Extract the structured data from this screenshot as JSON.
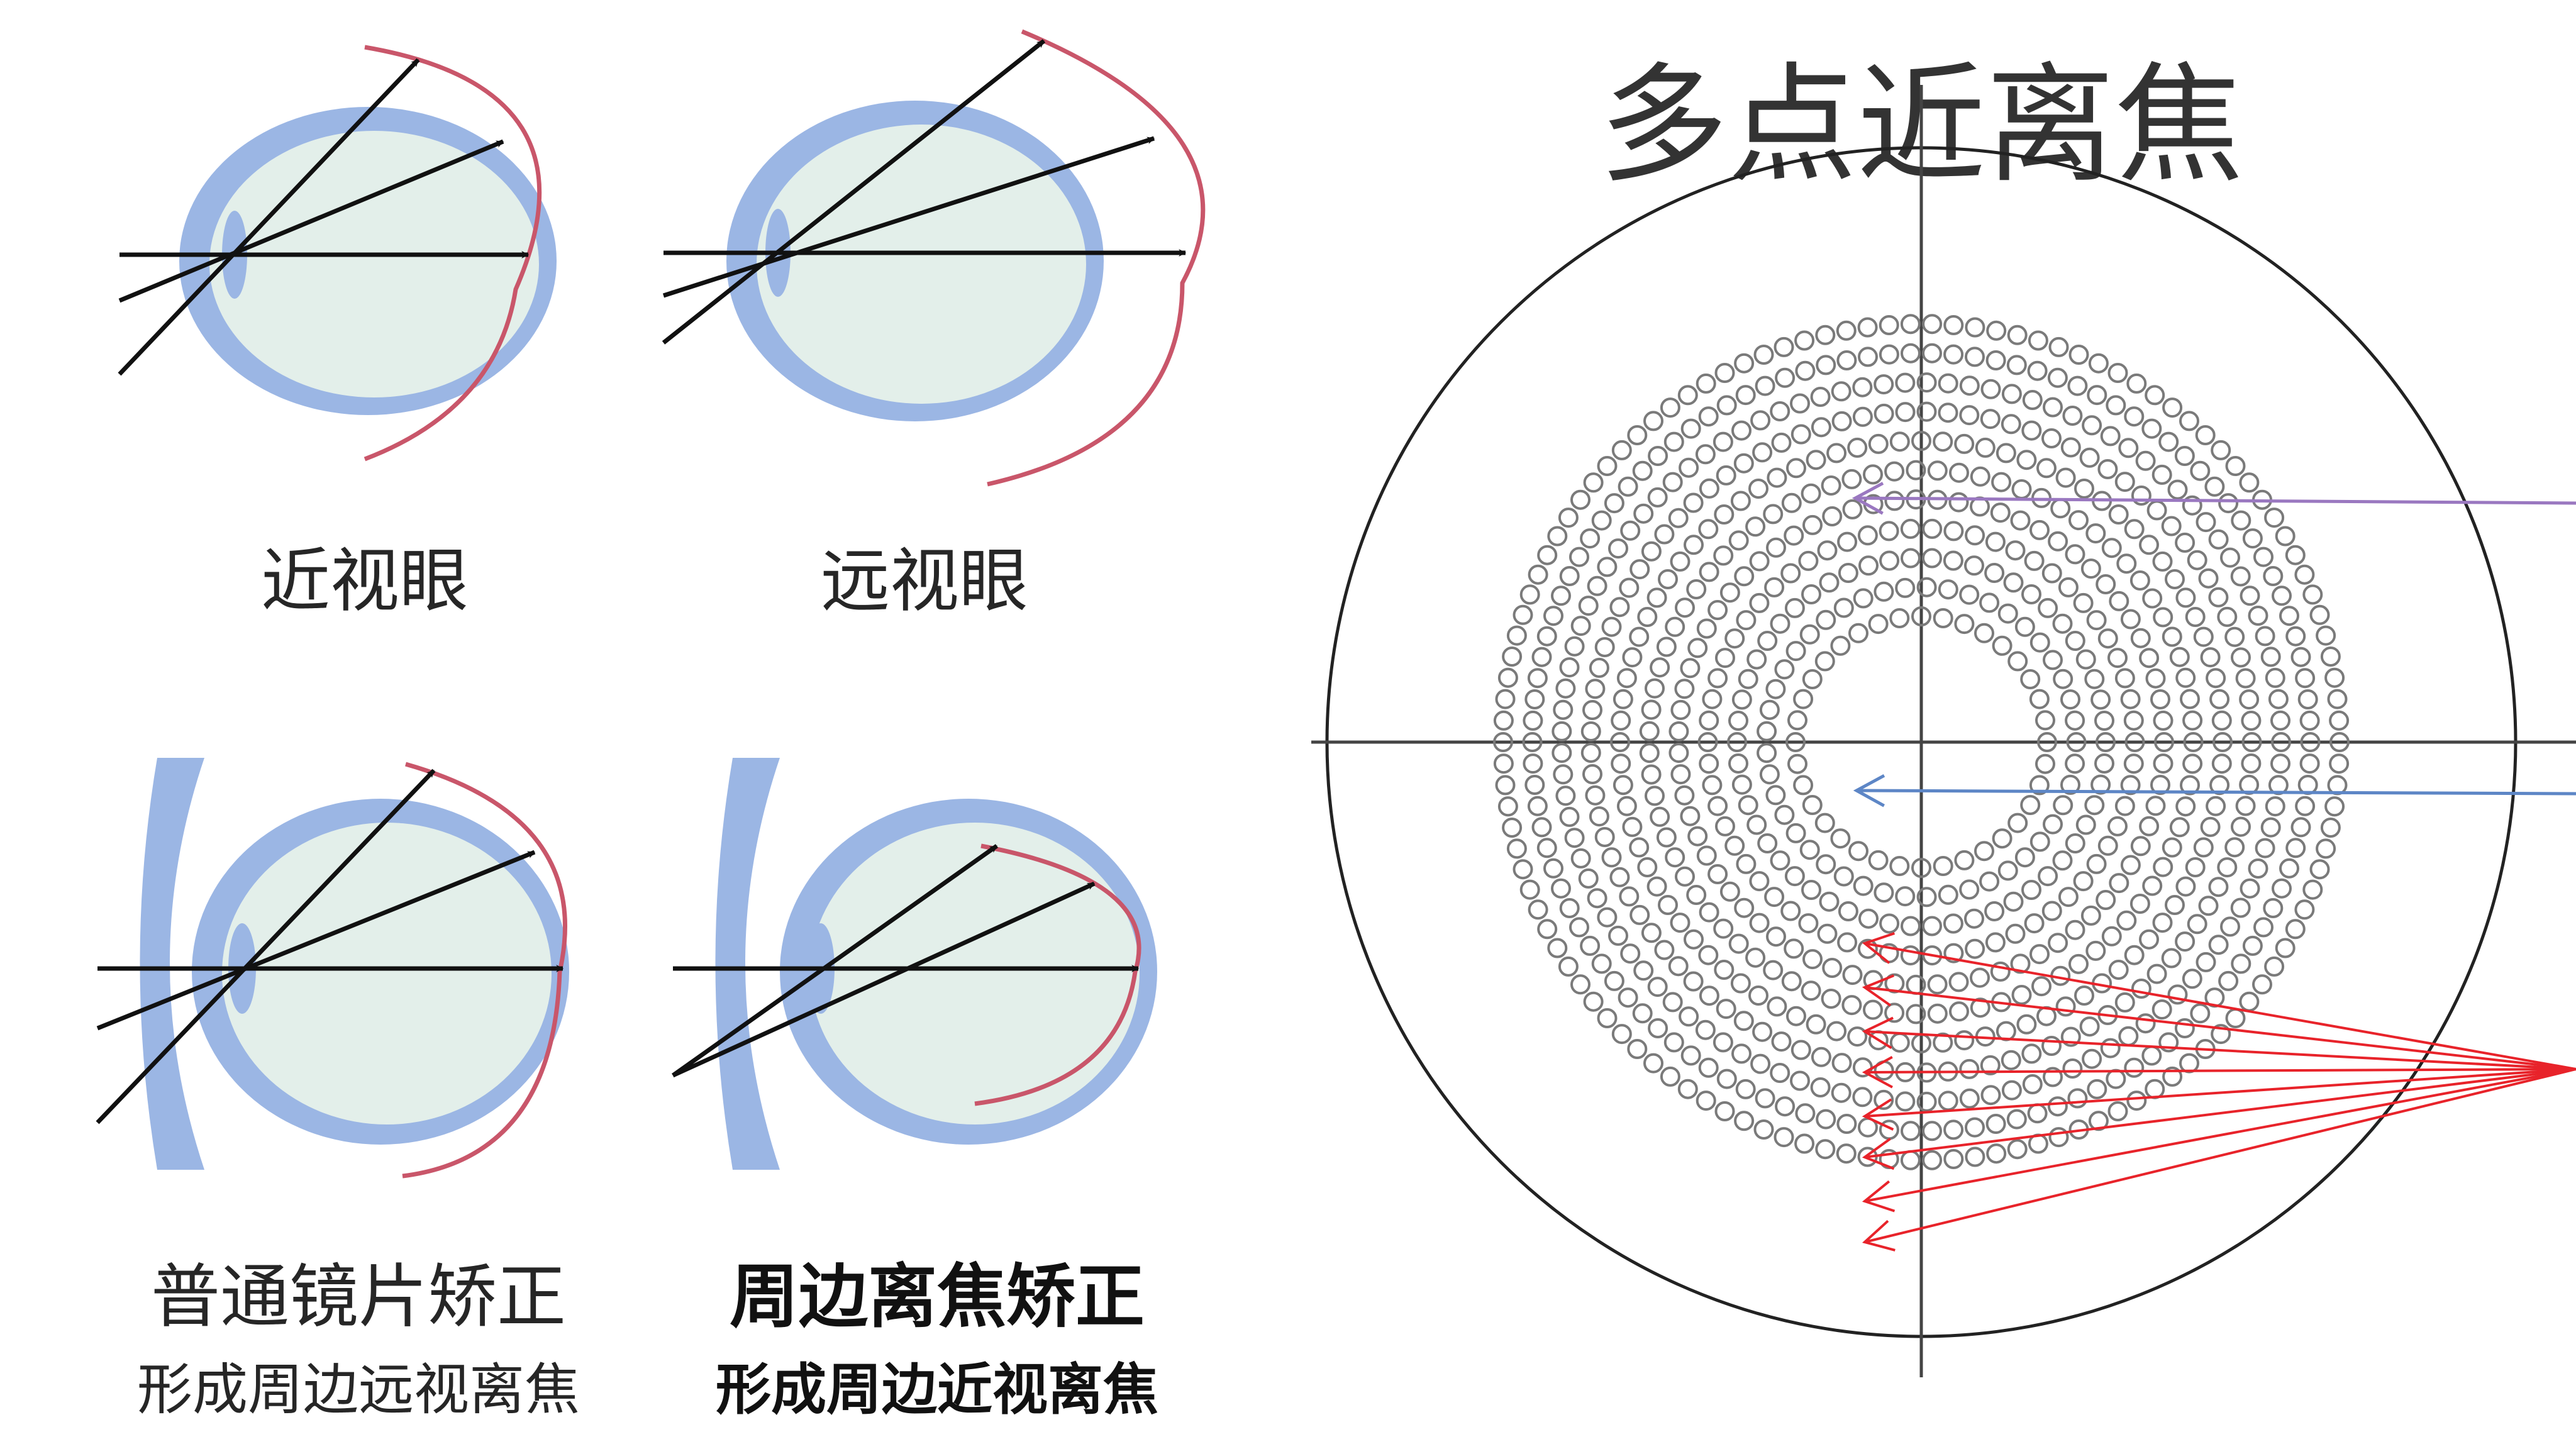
{
  "labels": {
    "myopia": "近视眼",
    "hyperopia": "远视眼",
    "regular_lens_title": "普通镜片矫正",
    "regular_lens_sub": "形成周边远视离焦",
    "peripheral_title": "周边离焦矫正",
    "peripheral_sub": "形成周边近视离焦"
  },
  "diagram": {
    "title": "多点近离焦",
    "ring_count": 11
  },
  "colors": {
    "eye_wall": "#9bb6e4",
    "eye_fill": "#e3efea",
    "focus_curve": "#c9566a",
    "ray": "#111111",
    "dot_outline": "#7a7a7a",
    "axis": "#444444",
    "purple_arrow": "#9a78c0",
    "blue_arrow": "#5d86c6",
    "red_arrow": "#e8232a"
  }
}
